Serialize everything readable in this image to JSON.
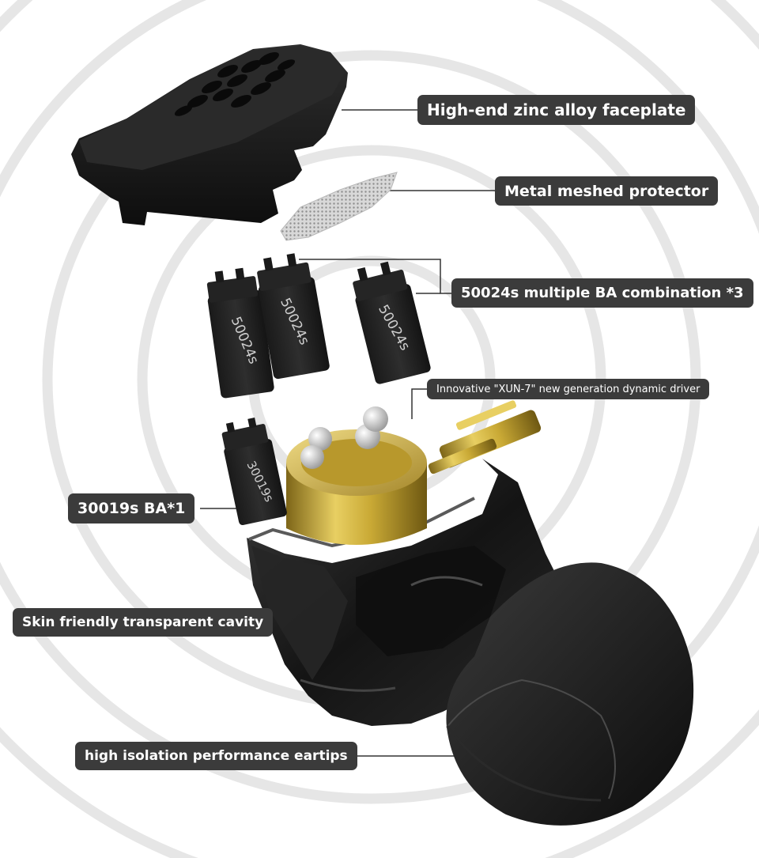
{
  "labels": {
    "faceplate": "High-end zinc alloy faceplate",
    "mesh": "Metal meshed protector",
    "ba_combo": "50024s multiple BA combination *3",
    "dynamic_driver": "Innovative \"XUN-7\" new generation dynamic driver",
    "ba_single": "30019s BA*1",
    "cavity": "Skin friendly transparent cavity",
    "eartips": "high isolation performance eartips"
  },
  "drivers": {
    "ba_model_large": "50024s",
    "ba_model_small": "30019s"
  },
  "colors": {
    "label_bg": "#3b3b3b",
    "label_text": "#ffffff",
    "rings": "#e6e6e6",
    "leader_line": "#333333",
    "gold": "#c9a935",
    "shell_black": "#1b1b1b"
  }
}
